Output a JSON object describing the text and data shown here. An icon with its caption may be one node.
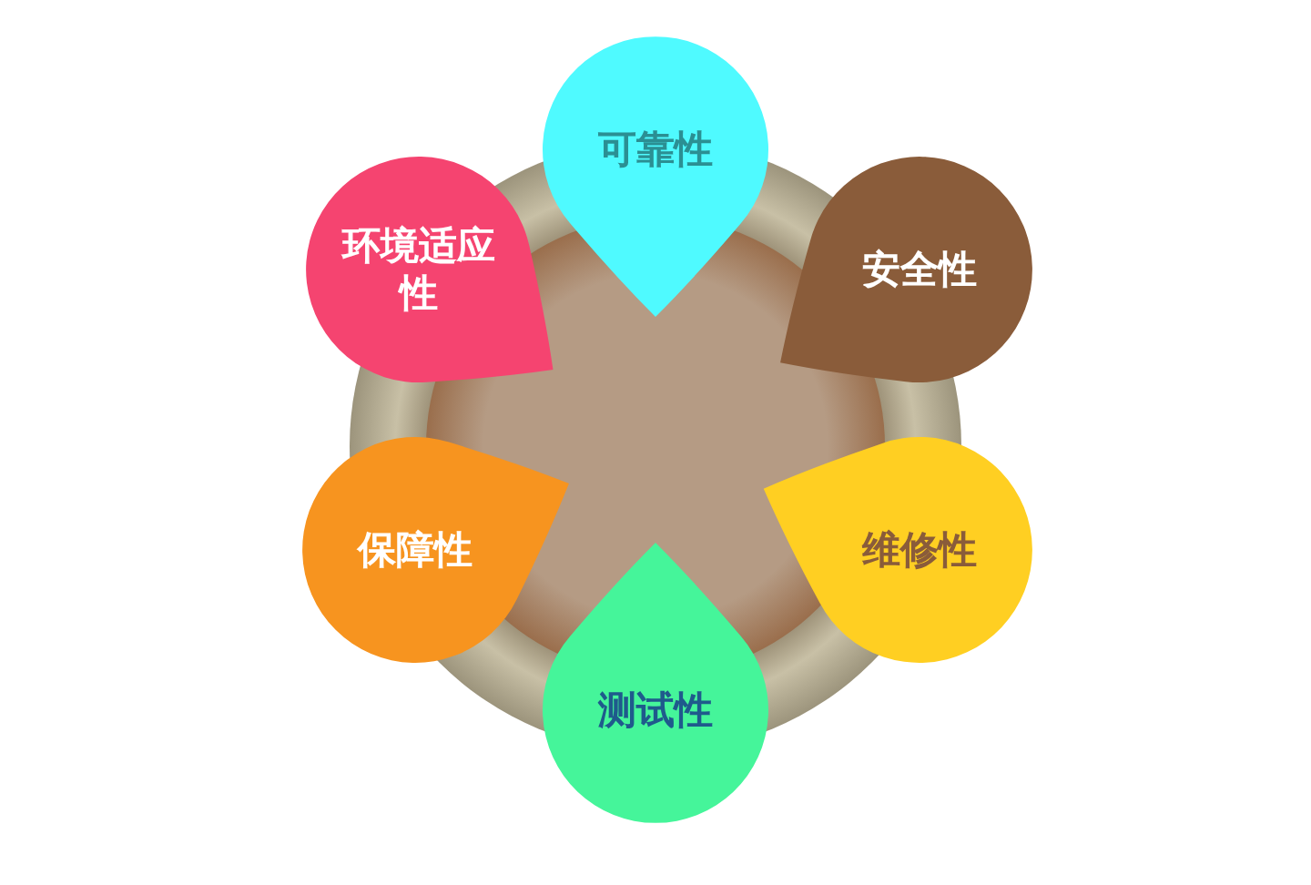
{
  "diagram": {
    "nodes": [
      {
        "text": [],
        "shape": "circle"
      },
      {
        "text": [
          "可靠性"
        ]
      },
      {
        "text": [
          "环境适应性"
        ]
      },
      {
        "text": [
          "安全性"
        ]
      },
      {
        "text": [
          "保障性"
        ]
      },
      {
        "text": [
          "维修性"
        ]
      },
      {
        "text": [
          "测试性"
        ]
      }
    ]
  }
}
